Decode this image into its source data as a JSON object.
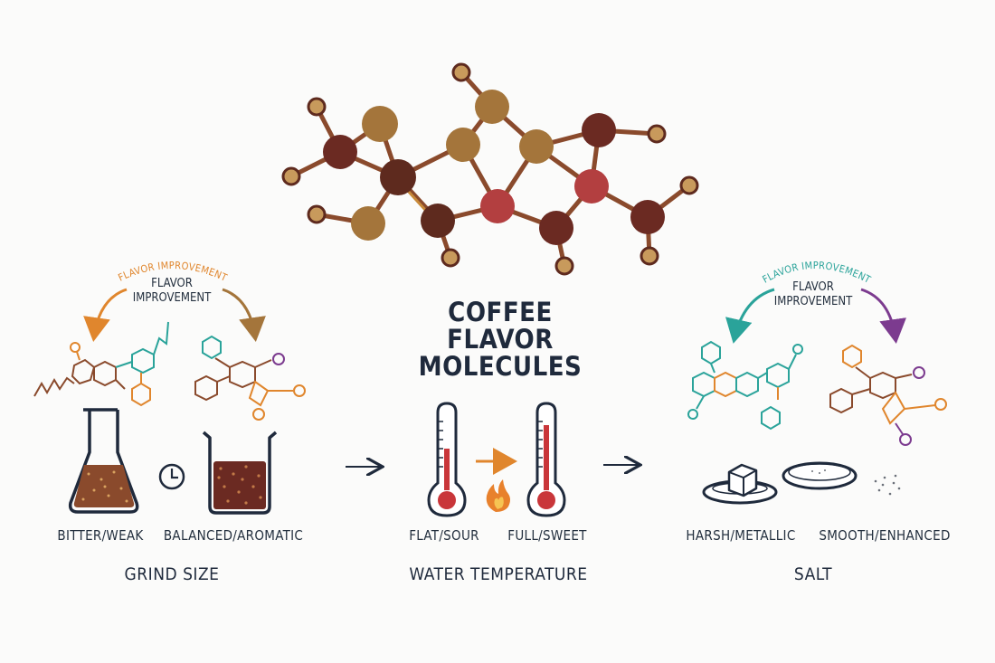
{
  "title": [
    "COFFEE",
    "FLAVOR",
    "MOLECULES"
  ],
  "sections": {
    "grind": {
      "name": "GRIND SIZE",
      "before": "BITTER/WEAK",
      "after": "BALANCED/AROMATIC",
      "arc_label": "FLAVOR IMPROVEMENT",
      "note": "FLAVOR\nIMPROVEMENT"
    },
    "water": {
      "name": "WATER TEMPERATURE",
      "before": "FLAT/SOUR",
      "after": "FULL/SWEET"
    },
    "salt": {
      "name": "SALT",
      "before": "HARSH/METALLIC",
      "after": "SMOOTH/ENHANCED",
      "arc_label": "FLAVOR IMPROVEMENT",
      "note": "FLAVOR\nIMPROVEMENT"
    }
  },
  "icons": {
    "molecule": "molecule-icon",
    "flask": "erlenmeyer-flask-icon",
    "beaker": "beaker-icon",
    "clock": "clock-icon",
    "thermometer": "thermometer-icon",
    "flame": "flame-icon",
    "salt_cube": "sugar-cube-icon",
    "dish": "petri-dish-icon"
  },
  "colors": {
    "navy": "#1f2a3c",
    "brown_dark": "#6b2a22",
    "brown_light": "#a4753b",
    "red": "#b33f40",
    "orange": "#e0862d",
    "teal": "#2aa39a",
    "purple": "#7c3b8f"
  }
}
